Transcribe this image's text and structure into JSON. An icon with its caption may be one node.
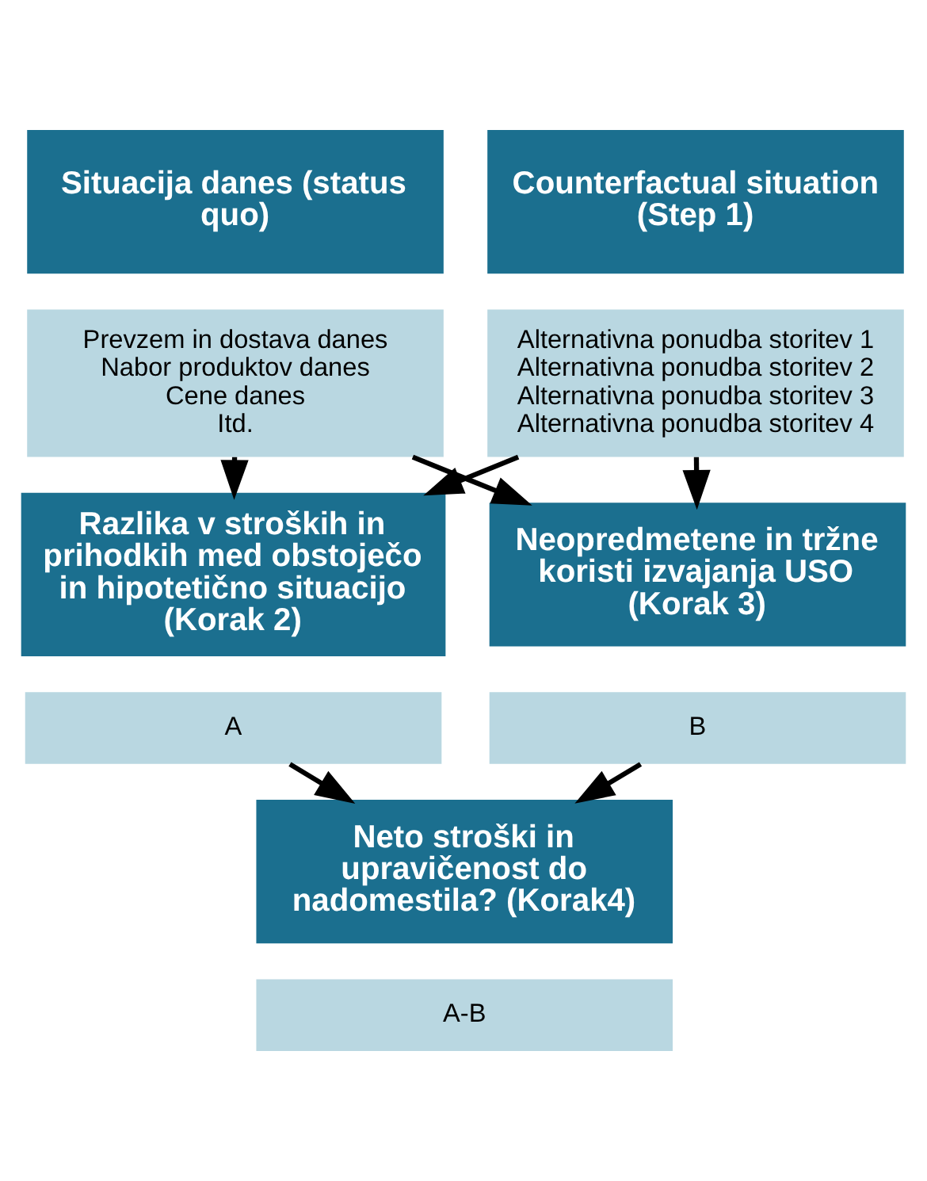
{
  "diagram": {
    "nodes": [
      {
        "text": [
          "Situacija danes (status quo)"
        ]
      },
      {
        "text": [
          "Prevzem in dostava danes",
          "Nabor produktov danes",
          "Cene danes",
          "Itd."
        ]
      },
      {
        "text": [
          "Counterfactual situation (Step 1)"
        ]
      },
      {
        "text": [
          "Alternativna ponudba storitev 1",
          "Alternativna ponudba storitev 2",
          "Alternativna ponudba storitev 3",
          "Alternativna ponudba storitev 4"
        ]
      },
      {
        "text": [
          "Razlika v stroških in prihodkih med obstoječo in hipotetično situacijo (Korak 2)"
        ]
      },
      {
        "text": [
          "A"
        ]
      },
      {
        "text": [
          "Neopredmetene in tržne koristi izvajanja USO (Korak 3)"
        ]
      },
      {
        "text": [
          "B"
        ]
      },
      {
        "text": [
          "Neto stroški in upravičenost do nadomestila? (Korak4)"
        ]
      },
      {
        "text": [
          "A-B"
        ]
      }
    ],
    "edges": [
      {
        "from": 1,
        "to": 4,
        "arrow": "to"
      },
      {
        "from": 1,
        "to": 6,
        "arrow": "to"
      },
      {
        "from": 3,
        "to": 4,
        "arrow": "to"
      },
      {
        "from": 3,
        "to": 6,
        "arrow": "to"
      },
      {
        "from": 5,
        "to": 8,
        "arrow": "to"
      },
      {
        "from": 7,
        "to": 8,
        "arrow": "to"
      }
    ]
  }
}
